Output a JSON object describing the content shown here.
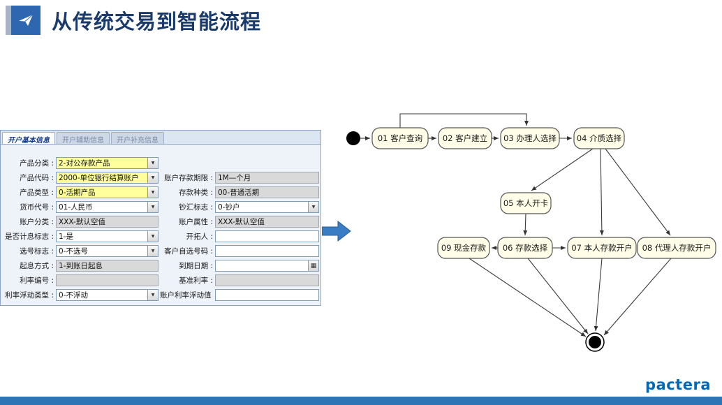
{
  "slide": {
    "title": "从传统交易到智能流程",
    "logo_text": "pactera",
    "accent_color": "#1A3A6B",
    "footer_color": "#2E75B6"
  },
  "form": {
    "tabs": [
      "开户基本信息",
      "开户辅助信息",
      "开户补充信息"
    ],
    "left_fields": [
      {
        "name": "product-category",
        "label": "产品分类",
        "value": "2-对公存款产品",
        "type": "select",
        "highlight": true
      },
      {
        "name": "product-code",
        "label": "产品代码",
        "value": "2000-单位银行结算账户",
        "type": "select",
        "highlight": true
      },
      {
        "name": "product-type",
        "label": "产品类型",
        "value": "0-活期产品",
        "type": "select",
        "highlight": true
      },
      {
        "name": "currency-code",
        "label": "货币代号",
        "value": "01-人民币",
        "type": "select",
        "highlight": false
      },
      {
        "name": "account-class",
        "label": "账户分类",
        "value": "XXX-默认空值",
        "type": "readonly",
        "highlight": false
      },
      {
        "name": "interest-flag",
        "label": "是否计息标志",
        "value": "1-是",
        "type": "select",
        "highlight": false
      },
      {
        "name": "number-pick-flag",
        "label": "选号标志",
        "value": "0-不选号",
        "type": "select",
        "highlight": false
      },
      {
        "name": "value-date-mode",
        "label": "起息方式",
        "value": "1-到账日起息",
        "type": "readonly",
        "highlight": false
      },
      {
        "name": "rate-number",
        "label": "利率编号",
        "value": "",
        "type": "readonly",
        "highlight": false
      },
      {
        "name": "rate-float-type",
        "label": "利率浮动类型",
        "value": "0-不浮动",
        "type": "select",
        "highlight": false
      }
    ],
    "right_fields": [
      {
        "name": "deposit-term",
        "label": "账户存款期限",
        "value": "1M—个月",
        "type": "readonly",
        "highlight": false
      },
      {
        "name": "deposit-kind",
        "label": "存款种类",
        "value": "00-普通活期",
        "type": "readonly",
        "highlight": false
      },
      {
        "name": "cash-remit-flag",
        "label": "钞汇标志",
        "value": "0-钞户",
        "type": "select",
        "highlight": false
      },
      {
        "name": "account-attribute",
        "label": "账户属性",
        "value": "XXX-默认空值",
        "type": "readonly",
        "highlight": false
      },
      {
        "name": "developer",
        "label": "开拓人",
        "value": "",
        "type": "text",
        "highlight": false
      },
      {
        "name": "custom-account-number",
        "label": "客户自选号码",
        "value": "",
        "type": "text",
        "highlight": false
      },
      {
        "name": "maturity-date",
        "label": "到期日期",
        "value": "",
        "type": "date",
        "highlight": false
      },
      {
        "name": "base-rate",
        "label": "基准利率",
        "value": "",
        "type": "readonly",
        "highlight": false
      },
      {
        "name": "account-rate-float",
        "label": "账户利率浮动值",
        "value": "",
        "type": "text",
        "highlight": false
      }
    ]
  },
  "diagram": {
    "node_fill": "#FFFDE7",
    "node_stroke": "#555555",
    "nodes": [
      {
        "id": "01",
        "label": "01 客户查询"
      },
      {
        "id": "02",
        "label": "02 客户建立"
      },
      {
        "id": "03",
        "label": "03 办理人选择"
      },
      {
        "id": "04",
        "label": "04 介质选择"
      },
      {
        "id": "05",
        "label": "05 本人开卡"
      },
      {
        "id": "06",
        "label": "06 存款选择"
      },
      {
        "id": "07",
        "label": "07 本人存款开户"
      },
      {
        "id": "08",
        "label": "08 代理人存款开户"
      },
      {
        "id": "09",
        "label": "09 现金存款"
      }
    ],
    "edges": [
      {
        "from": "start",
        "to": "01"
      },
      {
        "from": "01",
        "to": "02"
      },
      {
        "from": "02",
        "to": "03"
      },
      {
        "from": "01",
        "to": "03"
      },
      {
        "from": "03",
        "to": "04"
      },
      {
        "from": "04",
        "to": "05"
      },
      {
        "from": "04",
        "to": "07"
      },
      {
        "from": "04",
        "to": "08"
      },
      {
        "from": "05",
        "to": "06"
      },
      {
        "from": "06",
        "to": "09"
      },
      {
        "from": "06",
        "to": "07"
      },
      {
        "from": "09",
        "to": "end"
      },
      {
        "from": "06",
        "to": "end"
      },
      {
        "from": "07",
        "to": "end"
      },
      {
        "from": "08",
        "to": "end"
      }
    ]
  }
}
